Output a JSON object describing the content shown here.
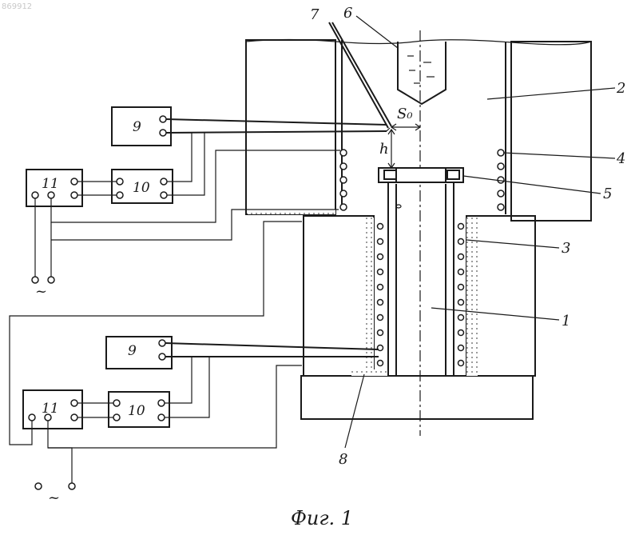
{
  "corner_mark": "869912",
  "caption": "Фиг. 1",
  "labels": {
    "l1": "1",
    "l2": "2",
    "l3": "3",
    "l4": "4",
    "l5": "5",
    "l6": "6",
    "l7": "7",
    "l8": "8",
    "s0": "S₀",
    "h": "h"
  },
  "upper_circuit": {
    "b9": "9",
    "b10": "10",
    "b11": "11",
    "supply": "~"
  },
  "lower_circuit": {
    "b9": "9",
    "b10": "10",
    "b11": "11",
    "supply": "~"
  },
  "colors": {
    "ink": "#1a1a1a",
    "paper": "#ffffff"
  }
}
